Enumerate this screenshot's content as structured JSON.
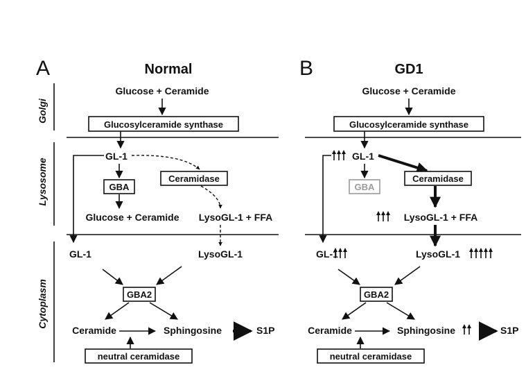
{
  "panels": {
    "normal": {
      "letter": "A",
      "title": "Normal"
    },
    "gd1": {
      "letter": "B",
      "title": "GD1"
    }
  },
  "compartments": {
    "golgi": "Golgi",
    "lysosome": "Lysosome",
    "cytoplasm": "Cytoplasm"
  },
  "labels": {
    "glucose_ceramide": "Glucose + Ceramide",
    "gcs": "Glucosylceramide synthase",
    "gl1": "GL-1",
    "gba": "GBA",
    "ceramidase": "Ceramidase",
    "lysogl1_ffa": "LysoGL-1 + FFA",
    "lysogl1": "LysoGL-1",
    "gba2": "GBA2",
    "ceramide": "Ceramide",
    "sphingosine": "Sphingosine",
    "s1p": "S1P",
    "neutral_ceramidase": "neutral ceramidase"
  },
  "colors": {
    "ink": "#111111",
    "inactive": "#9a9a9a"
  },
  "indicators": {
    "gl1_lysosome_up": 3,
    "lysogl1_ffa_up": 3,
    "gl1_cytoplasm_up": 3,
    "lysogl1_cytoplasm_up": 5,
    "sphingosine_up": 2
  }
}
